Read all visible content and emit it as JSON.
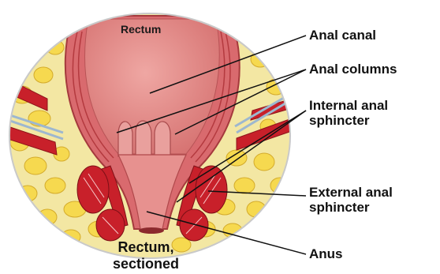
{
  "inner_label": "Rectum",
  "labels": {
    "anal_canal": "Anal canal",
    "anal_columns": "Anal columns",
    "internal_sphincter": [
      "Internal anal",
      "sphincter"
    ],
    "external_sphincter": [
      "External anal",
      "sphincter"
    ],
    "anus": "Anus"
  },
  "caption": [
    "Rectum,",
    "sectioned"
  ],
  "colors": {
    "background_tissue": "#f3e7a3",
    "fat": "#f6d94f",
    "rectum_wall": "#d96a6e",
    "rectum_lumen": "#e38a88",
    "muscle": "#c8202a",
    "leader_line": "#111111"
  }
}
